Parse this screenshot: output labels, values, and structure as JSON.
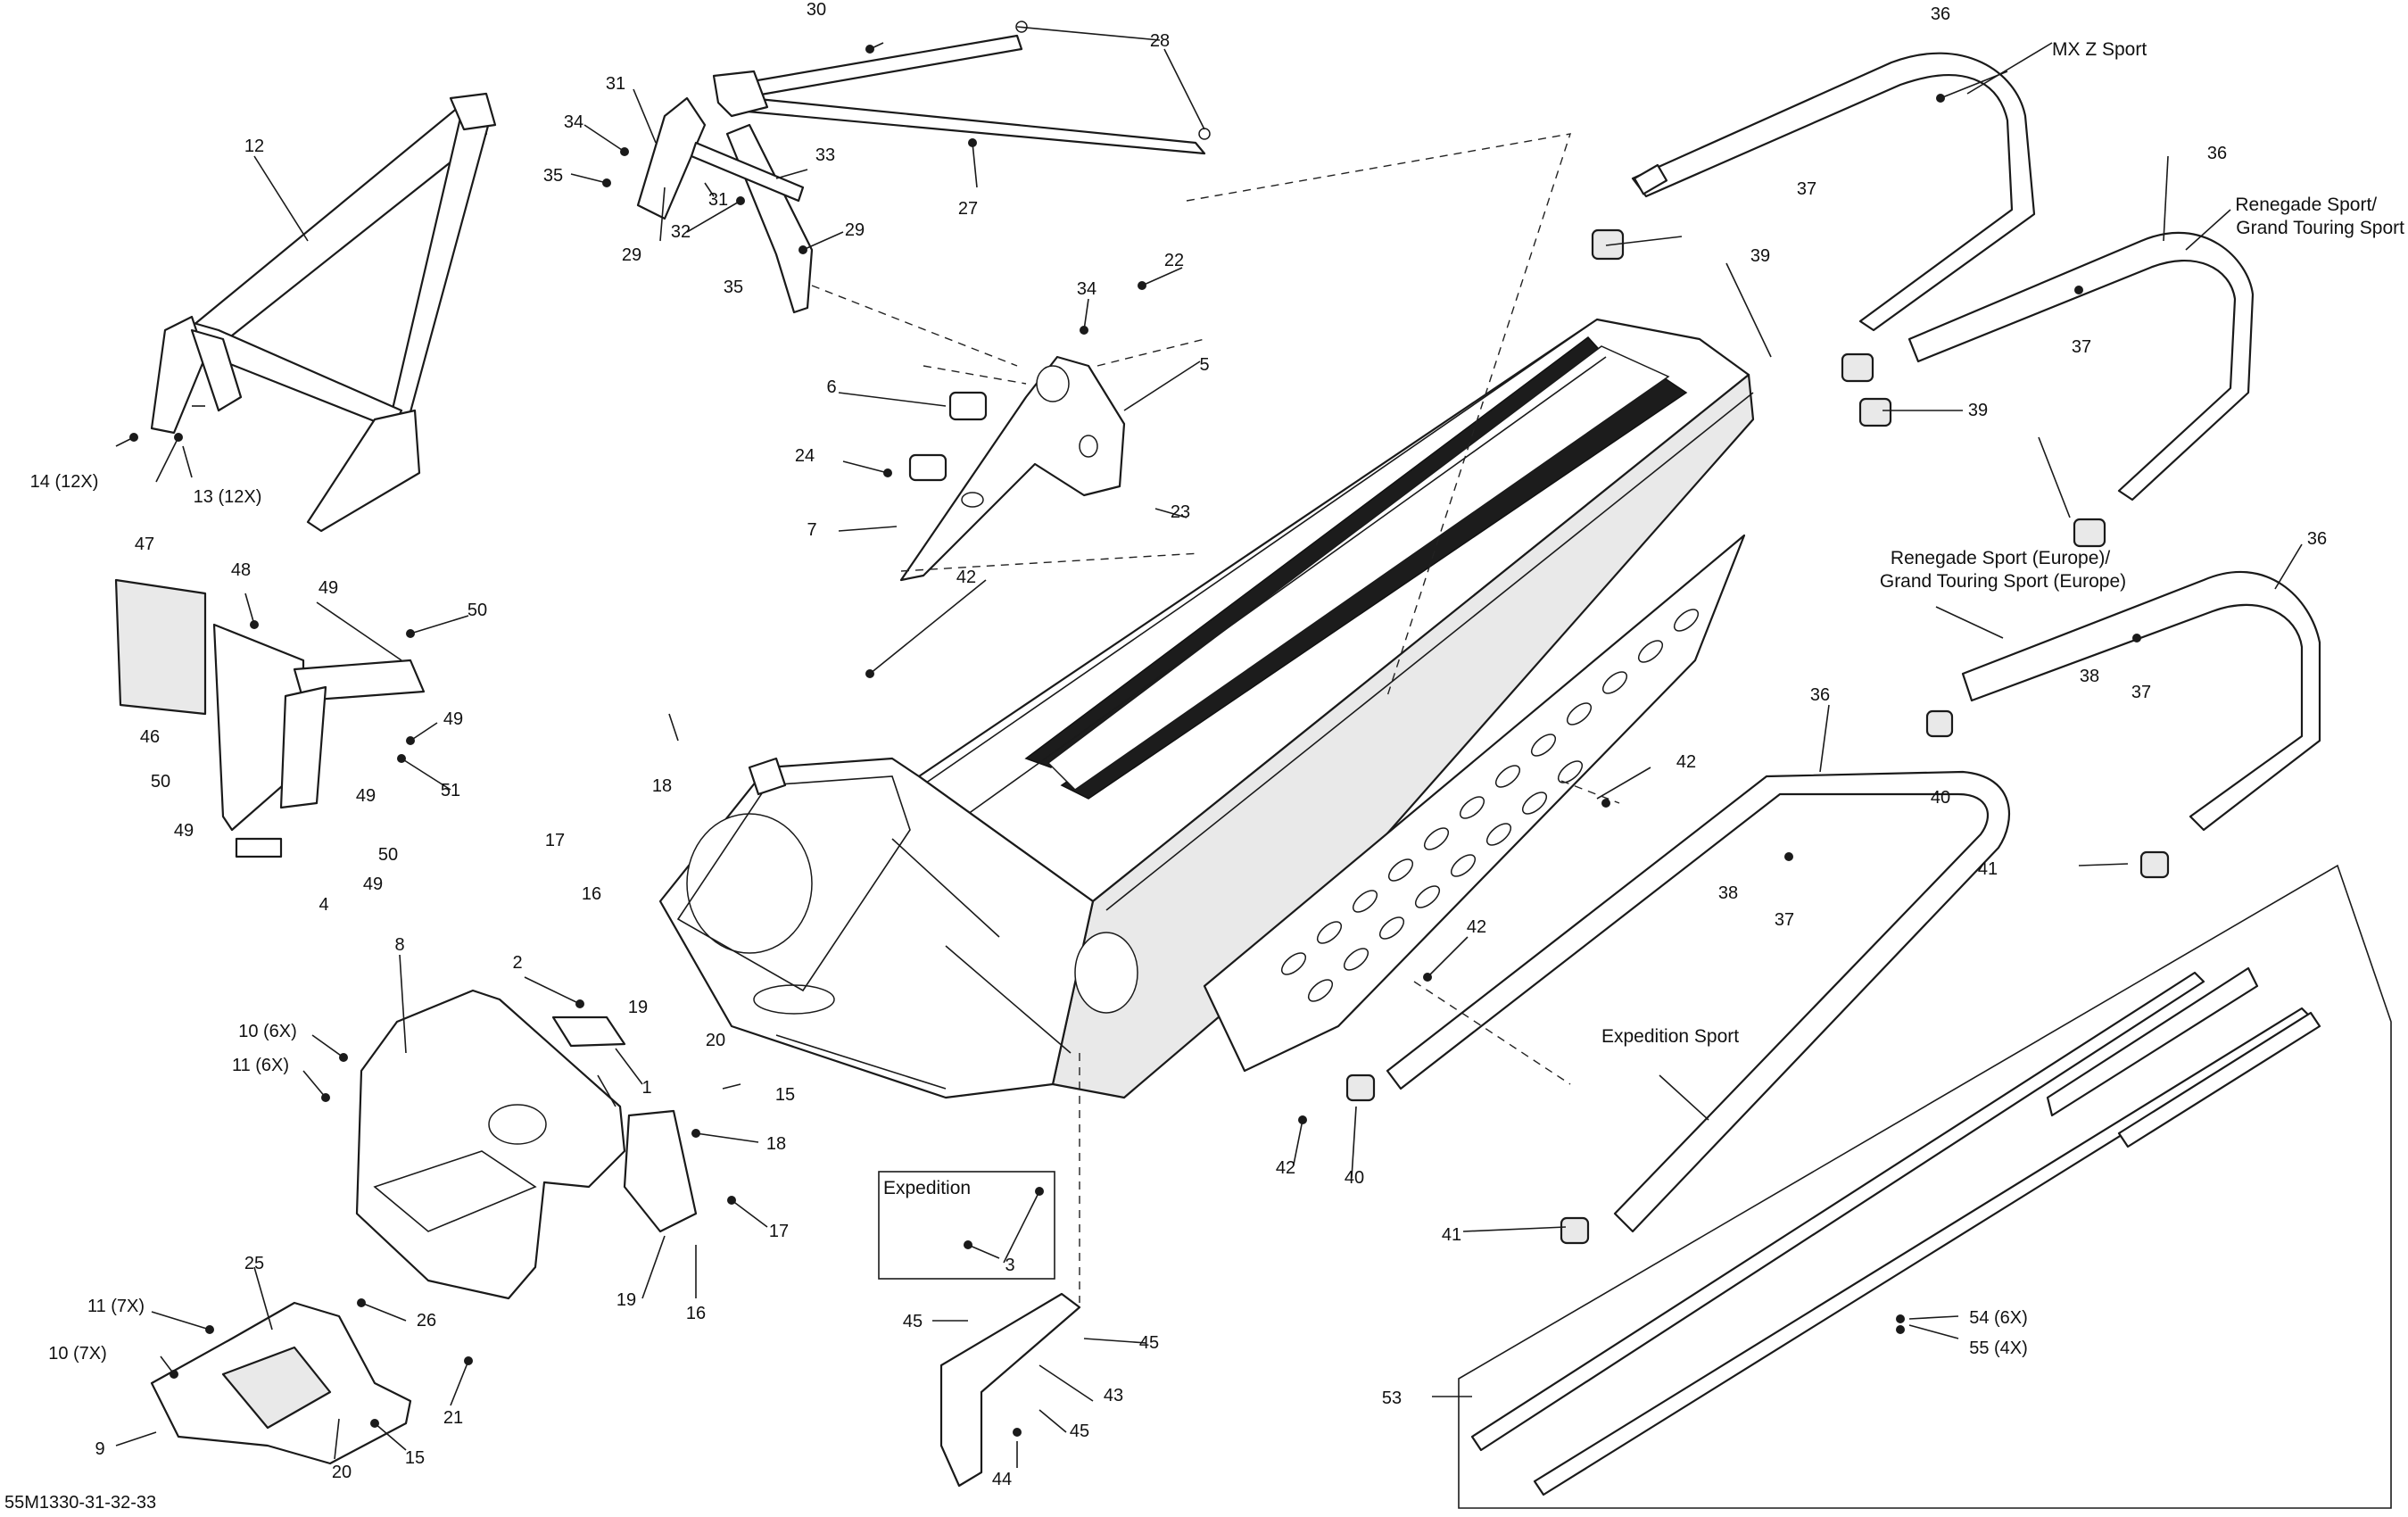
{
  "diagram": {
    "figure_code": "55M1330-31-32-33",
    "model_labels": {
      "mxz_sport": "MX Z Sport",
      "renegade_sport": "Renegade Sport/\nGrand Touring Sport",
      "renegade_sport_europe": "Renegade Sport (Europe)/\nGrand Touring Sport (Europe)",
      "expedition_sport": "Expedition Sport"
    },
    "expedition_box_title": "Expedition",
    "callouts": [
      {
        "id": "c1",
        "text": "1"
      },
      {
        "id": "c2",
        "text": "2"
      },
      {
        "id": "c3",
        "text": "3"
      },
      {
        "id": "c4",
        "text": "4"
      },
      {
        "id": "c5",
        "text": "5"
      },
      {
        "id": "c6",
        "text": "6"
      },
      {
        "id": "c7",
        "text": "7"
      },
      {
        "id": "c8",
        "text": "8"
      },
      {
        "id": "c9",
        "text": "9"
      },
      {
        "id": "c10a",
        "text": "10 (6X)"
      },
      {
        "id": "c10b",
        "text": "10 (7X)"
      },
      {
        "id": "c11a",
        "text": "11 (6X)"
      },
      {
        "id": "c11b",
        "text": "11 (7X)"
      },
      {
        "id": "c12",
        "text": "12"
      },
      {
        "id": "c13",
        "text": "13 (12X)"
      },
      {
        "id": "c14",
        "text": "14 (12X)"
      },
      {
        "id": "c15a",
        "text": "15"
      },
      {
        "id": "c15b",
        "text": "15"
      },
      {
        "id": "c16a",
        "text": "16"
      },
      {
        "id": "c16b",
        "text": "16"
      },
      {
        "id": "c17a",
        "text": "17"
      },
      {
        "id": "c17b",
        "text": "17"
      },
      {
        "id": "c18a",
        "text": "18"
      },
      {
        "id": "c18b",
        "text": "18"
      },
      {
        "id": "c19a",
        "text": "19"
      },
      {
        "id": "c19b",
        "text": "19"
      },
      {
        "id": "c20a",
        "text": "20"
      },
      {
        "id": "c20b",
        "text": "20"
      },
      {
        "id": "c21",
        "text": "21"
      },
      {
        "id": "c22",
        "text": "22"
      },
      {
        "id": "c23",
        "text": "23"
      },
      {
        "id": "c24",
        "text": "24"
      },
      {
        "id": "c25",
        "text": "25"
      },
      {
        "id": "c26",
        "text": "26"
      },
      {
        "id": "c27",
        "text": "27"
      },
      {
        "id": "c28",
        "text": "28"
      },
      {
        "id": "c29a",
        "text": "29"
      },
      {
        "id": "c29b",
        "text": "29"
      },
      {
        "id": "c30",
        "text": "30"
      },
      {
        "id": "c31a",
        "text": "31"
      },
      {
        "id": "c31b",
        "text": "31"
      },
      {
        "id": "c32",
        "text": "32"
      },
      {
        "id": "c33",
        "text": "33"
      },
      {
        "id": "c34a",
        "text": "34"
      },
      {
        "id": "c34b",
        "text": "34"
      },
      {
        "id": "c35a",
        "text": "35"
      },
      {
        "id": "c35b",
        "text": "35"
      },
      {
        "id": "c36a",
        "text": "36"
      },
      {
        "id": "c36b",
        "text": "36"
      },
      {
        "id": "c36c",
        "text": "36"
      },
      {
        "id": "c36d",
        "text": "36"
      },
      {
        "id": "c37a",
        "text": "37"
      },
      {
        "id": "c37b",
        "text": "37"
      },
      {
        "id": "c37c",
        "text": "37"
      },
      {
        "id": "c37d",
        "text": "37"
      },
      {
        "id": "c38a",
        "text": "38"
      },
      {
        "id": "c38b",
        "text": "38"
      },
      {
        "id": "c39a",
        "text": "39"
      },
      {
        "id": "c39b",
        "text": "39"
      },
      {
        "id": "c40a",
        "text": "40"
      },
      {
        "id": "c40b",
        "text": "40"
      },
      {
        "id": "c41a",
        "text": "41"
      },
      {
        "id": "c41b",
        "text": "41"
      },
      {
        "id": "c42a",
        "text": "42"
      },
      {
        "id": "c42b",
        "text": "42"
      },
      {
        "id": "c42c",
        "text": "42"
      },
      {
        "id": "c42d",
        "text": "42"
      },
      {
        "id": "c43",
        "text": "43"
      },
      {
        "id": "c44",
        "text": "44"
      },
      {
        "id": "c45a",
        "text": "45"
      },
      {
        "id": "c45b",
        "text": "45"
      },
      {
        "id": "c45c",
        "text": "45"
      },
      {
        "id": "c46",
        "text": "46"
      },
      {
        "id": "c47",
        "text": "47"
      },
      {
        "id": "c48",
        "text": "48"
      },
      {
        "id": "c49a",
        "text": "49"
      },
      {
        "id": "c49b",
        "text": "49"
      },
      {
        "id": "c49c",
        "text": "49"
      },
      {
        "id": "c49d",
        "text": "49"
      },
      {
        "id": "c49e",
        "text": "49"
      },
      {
        "id": "c50a",
        "text": "50"
      },
      {
        "id": "c50b",
        "text": "50"
      },
      {
        "id": "c50c",
        "text": "50"
      },
      {
        "id": "c51",
        "text": "51"
      },
      {
        "id": "c53",
        "text": "53"
      },
      {
        "id": "c54",
        "text": "54 (6X)"
      },
      {
        "id": "c55",
        "text": "55 (4X)"
      }
    ]
  }
}
